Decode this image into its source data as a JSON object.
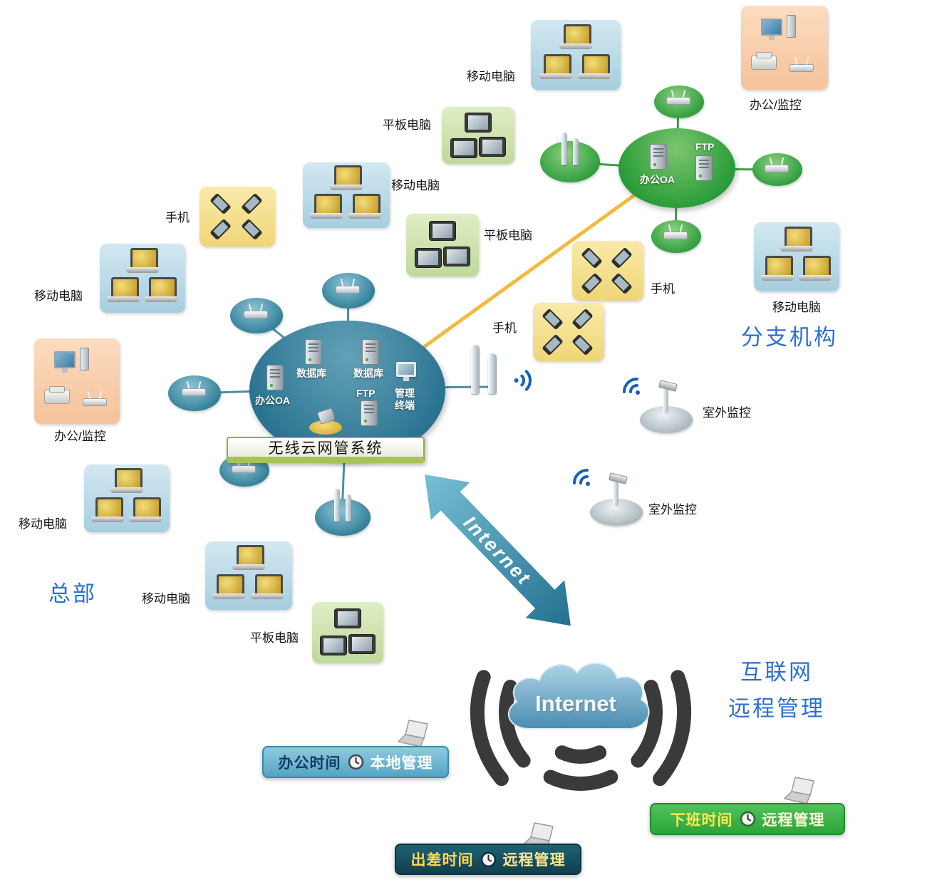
{
  "system_title": "无线云网管系统",
  "labels": {
    "mobile_pc": "移动电脑",
    "tablet_pc": "平板电脑",
    "phone": "手机",
    "office_monitor": "办公/监控",
    "outdoor_monitor": "室外监控",
    "hq": "总部",
    "branch": "分支机构",
    "internet": "Internet",
    "internet_mgmt_line1": "互联网",
    "internet_mgmt_line2": "远程管理"
  },
  "hq_cloud": {
    "db1": "数据库",
    "db2": "数据库",
    "oa": "办公OA",
    "ftp": "FTP",
    "terminal_line1": "管理",
    "terminal_line2": "终端"
  },
  "branch_cloud": {
    "oa": "办公OA",
    "ftp": "FTP"
  },
  "banners": {
    "office": {
      "time": "办公时间",
      "mode": "本地管理"
    },
    "offwork": {
      "time": "下班时间",
      "mode": "远程管理"
    },
    "trip": {
      "time": "出差时间",
      "mode": "远程管理"
    }
  },
  "colors": {
    "accent_blue": "#2d6fd6",
    "hq_cloud_teal": "#2a7390",
    "branch_green": "#259a36",
    "line_orange": "#f5b93c",
    "wifi_blue": "#1460c0"
  }
}
